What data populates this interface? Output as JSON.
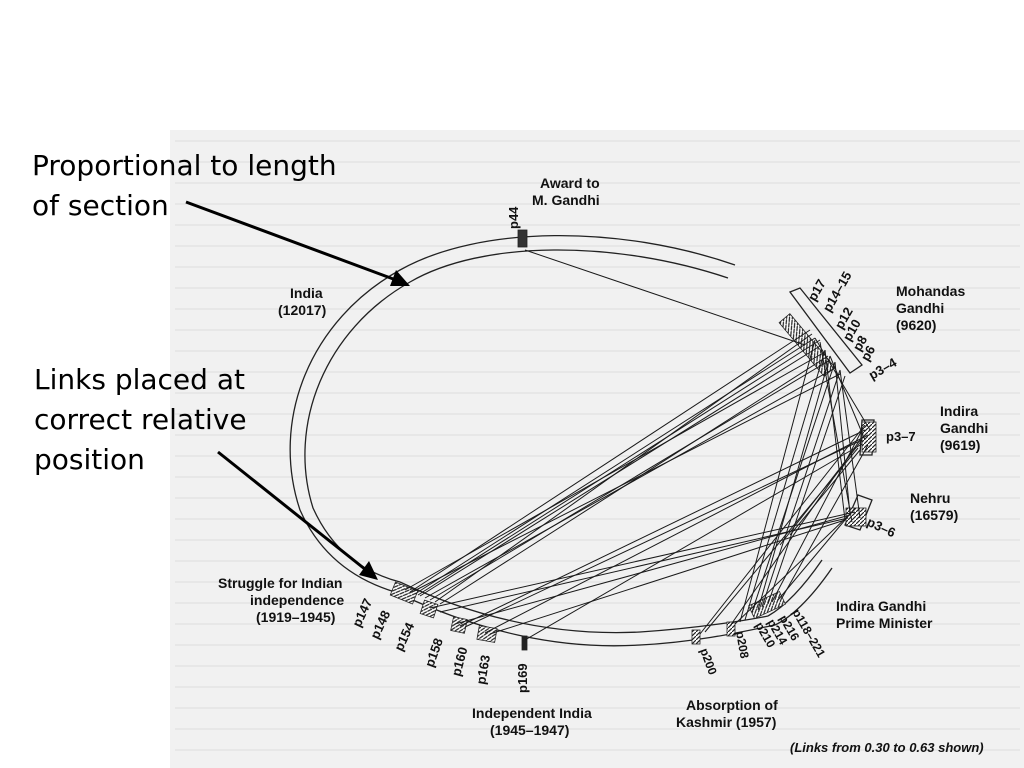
{
  "callouts": {
    "proportional": "Proportional to length of section",
    "links": "Links placed at correct relative position"
  },
  "sections": {
    "award_title": "Award to",
    "award_name": "M. Gandhi",
    "india_name": "India",
    "india_count": "(12017)",
    "mohandas_name1": "Mohandas",
    "mohandas_name2": "Gandhi",
    "mohandas_count": "(9620)",
    "indira_name1": "Indira",
    "indira_name2": "Gandhi",
    "indira_count": "(9619)",
    "nehru_name": "Nehru",
    "nehru_count": "(16579)",
    "ig_pm1": "Indira Gandhi",
    "ig_pm2": "Prime Minister",
    "kashmir1": "Absorption of",
    "kashmir2": "Kashmir (1957)",
    "independent1": "Independent India",
    "independent2": "(1945–1947)",
    "struggle1": "Struggle for Indian",
    "struggle2": "independence",
    "struggle3": "(1919–1945)"
  },
  "pages": {
    "p44": "p44",
    "p17": "p17",
    "p14_15": "p14–15",
    "p12": "p12",
    "p10": "p10",
    "p8": "p8",
    "p6": "p6",
    "p3_4": "p3–4",
    "p3_7": "p3–7",
    "p3_6": "p3–6",
    "p118_221": "p118–221",
    "p216": "p216",
    "p214": "p214",
    "p210": "p210",
    "p208": "p208",
    "p200": "p200",
    "p169": "p169",
    "p163": "p163",
    "p160": "p160",
    "p158": "p158",
    "p154": "p154",
    "p148": "p148",
    "p147": "p147"
  },
  "footnote": "(Links from 0.30 to 0.63 shown)",
  "colors": {
    "ink": "#111111",
    "scan_bg": "#f1f1f1",
    "arrow": "#000000"
  }
}
